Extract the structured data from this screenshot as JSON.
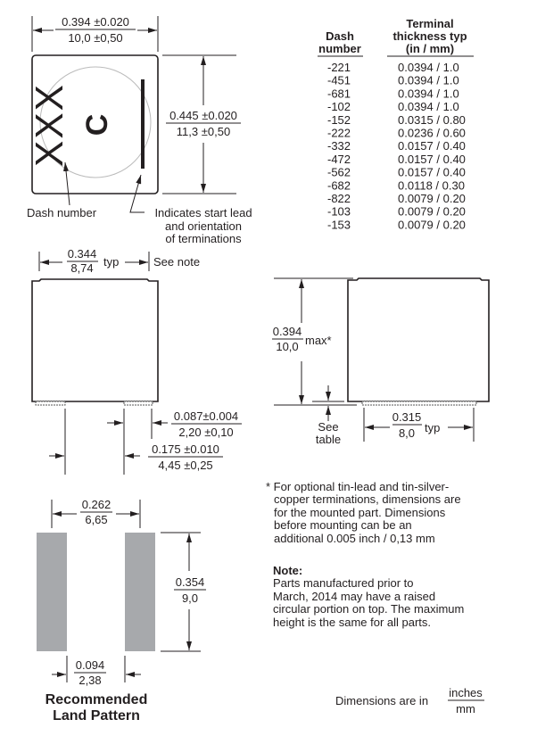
{
  "top_view": {
    "width_in": "0.394 ±0.020",
    "width_mm": "10,0 ±0,50",
    "height_in": "0.445 ±0.020",
    "height_mm": "11,3 ±0,50",
    "marking_dash": "XXX",
    "marking_logo": "C",
    "label_dash_number": "Dash number",
    "label_start_lead": [
      "Indicates start lead",
      "and orientation",
      "of terminations"
    ]
  },
  "side_view": {
    "width_in": "0.344",
    "width_mm": "8,74",
    "width_suffix": "typ",
    "see_note": "See note",
    "pad_in": "0.087±0.004",
    "pad_mm": "2,20 ±0,10",
    "pitch_in": "0.175 ±0.010",
    "pitch_mm": "4,45 ±0,25"
  },
  "end_view": {
    "height_in": "0.394",
    "height_mm": "10,0",
    "height_suffix": "max*",
    "see_table": [
      "See",
      "table"
    ],
    "width_in": "0.315",
    "width_mm": "8,0",
    "width_suffix": "typ"
  },
  "table": {
    "headers": {
      "dash": [
        "Dash",
        "number"
      ],
      "thickness": [
        "Terminal",
        "thickness typ",
        "(in / mm)"
      ]
    },
    "rows": [
      [
        "-221",
        "0.0394 / 1.0"
      ],
      [
        "-451",
        "0.0394 / 1.0"
      ],
      [
        "-681",
        "0.0394 / 1.0"
      ],
      [
        "-102",
        "0.0394 / 1.0"
      ],
      [
        "-152",
        "0.0315 / 0.80"
      ],
      [
        "-222",
        "0.0236 / 0.60"
      ],
      [
        "-332",
        "0.0157 / 0.40"
      ],
      [
        "-472",
        "0.0157 / 0.40"
      ],
      [
        "-562",
        "0.0157 / 0.40"
      ],
      [
        "-682",
        "0.0118 / 0.30"
      ],
      [
        "-822",
        "0.0079 / 0.20"
      ],
      [
        "-103",
        "0.0079 / 0.20"
      ],
      [
        "-153",
        "0.0079 / 0.20"
      ]
    ]
  },
  "land_pattern": {
    "spacing_in": "0.262",
    "spacing_mm": "6,65",
    "length_in": "0.354",
    "length_mm": "9,0",
    "gap_in": "0.094",
    "gap_mm": "2,38",
    "title": [
      "Recommended",
      "Land Pattern"
    ]
  },
  "footnote": [
    "* For optional tin-lead and tin-silver-",
    "copper terminations, dimensions are",
    "for the mounted part. Dimensions",
    "before mounting can be an",
    "additional 0.005 inch / 0,13 mm"
  ],
  "note": {
    "title": "Note:",
    "lines": [
      "Parts manufactured prior to",
      "March, 2014 may have a raised",
      "circular portion on top. The maximum",
      "height is the same for all parts."
    ]
  },
  "units": {
    "label": "Dimensions are in",
    "top": "inches",
    "bottom": "mm"
  }
}
